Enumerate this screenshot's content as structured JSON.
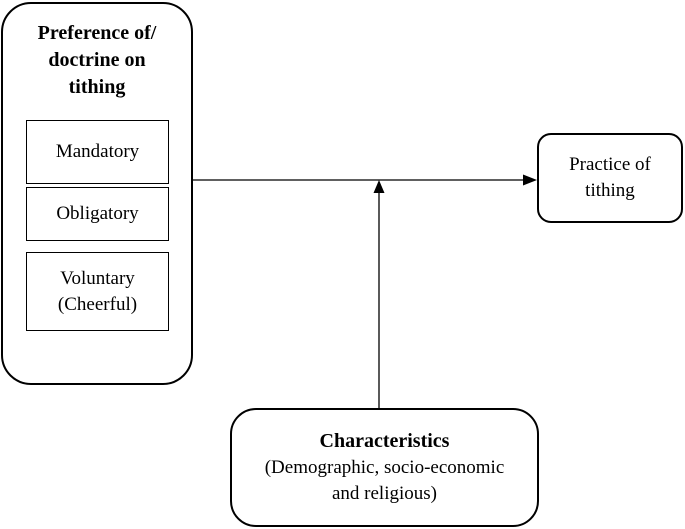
{
  "preference": {
    "title": "Preference of/\ndoctrine on\ntithing",
    "options": [
      "Mandatory",
      "Obligatory",
      "Voluntary\n(Cheerful)"
    ]
  },
  "practice": {
    "label": "Practice of\ntithing"
  },
  "characteristics": {
    "title": "Characteristics",
    "subtitle": "(Demographic, socio-economic\nand religious)"
  }
}
